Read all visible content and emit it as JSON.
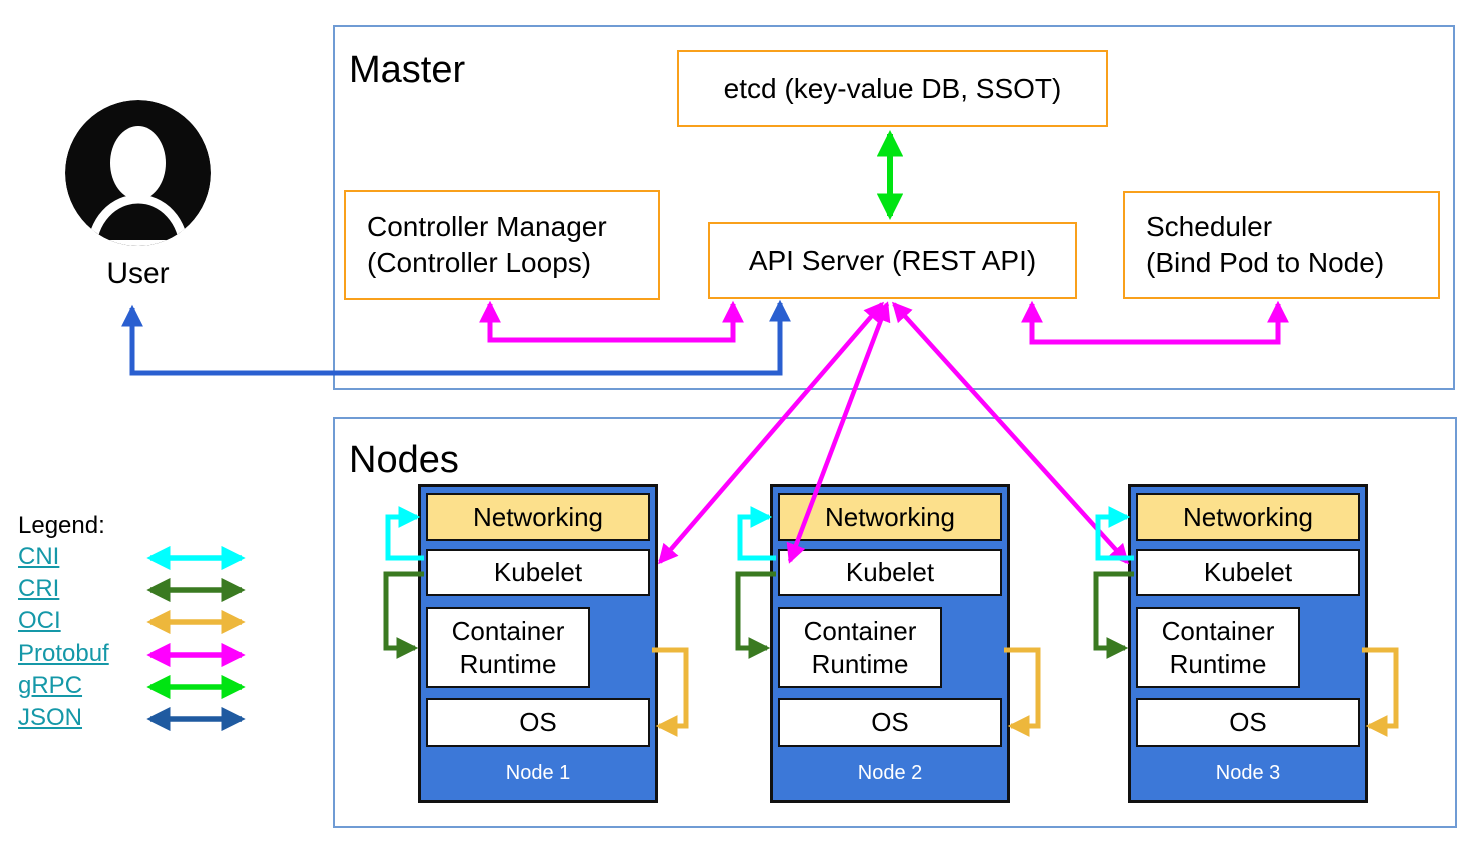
{
  "user": {
    "label": "User"
  },
  "master": {
    "title": "Master",
    "etcd_label": "etcd (key-value DB, SSOT)",
    "api_server_label": "API Server (REST API)",
    "controller_manager": {
      "line1": "Controller Manager",
      "line2": "(Controller Loops)"
    },
    "scheduler": {
      "line1": "Scheduler",
      "line2": "(Bind Pod to Node)"
    }
  },
  "nodes_section": {
    "title": "Nodes",
    "nodes": [
      {
        "name": "Node 1",
        "networking": "Networking",
        "kubelet": "Kubelet",
        "runtime": "Container Runtime",
        "os": "OS"
      },
      {
        "name": "Node 2",
        "networking": "Networking",
        "kubelet": "Kubelet",
        "runtime": "Container Runtime",
        "os": "OS"
      },
      {
        "name": "Node 3",
        "networking": "Networking",
        "kubelet": "Kubelet",
        "runtime": "Container Runtime",
        "os": "OS"
      }
    ]
  },
  "legend": {
    "title": "Legend:",
    "items": [
      {
        "label": "CNI",
        "color": "#00ffff"
      },
      {
        "label": "CRI",
        "color": "#3a7a21"
      },
      {
        "label": "OCI",
        "color": "#edb73c"
      },
      {
        "label": "Protobuf",
        "color": "#ff00ff"
      },
      {
        "label": "gRPC",
        "color": "#00e412"
      },
      {
        "label": "JSON",
        "color": "#1f5aa0"
      }
    ]
  },
  "colors": {
    "section_border": "#6f9bd4",
    "component_border": "#f9a01b",
    "node_fill": "#3c78d8",
    "networking_fill": "#fce08c",
    "legend_link": "#1598a8",
    "protobuf_arrow": "#ff00ff",
    "json_user_arrow": "#2a5fd0",
    "grpc_arrow": "#00e412",
    "cni_arrow": "#00ffff",
    "cri_arrow": "#3a7a21",
    "oci_arrow": "#edb73c",
    "json_legend_arrow": "#1f5aa0"
  }
}
